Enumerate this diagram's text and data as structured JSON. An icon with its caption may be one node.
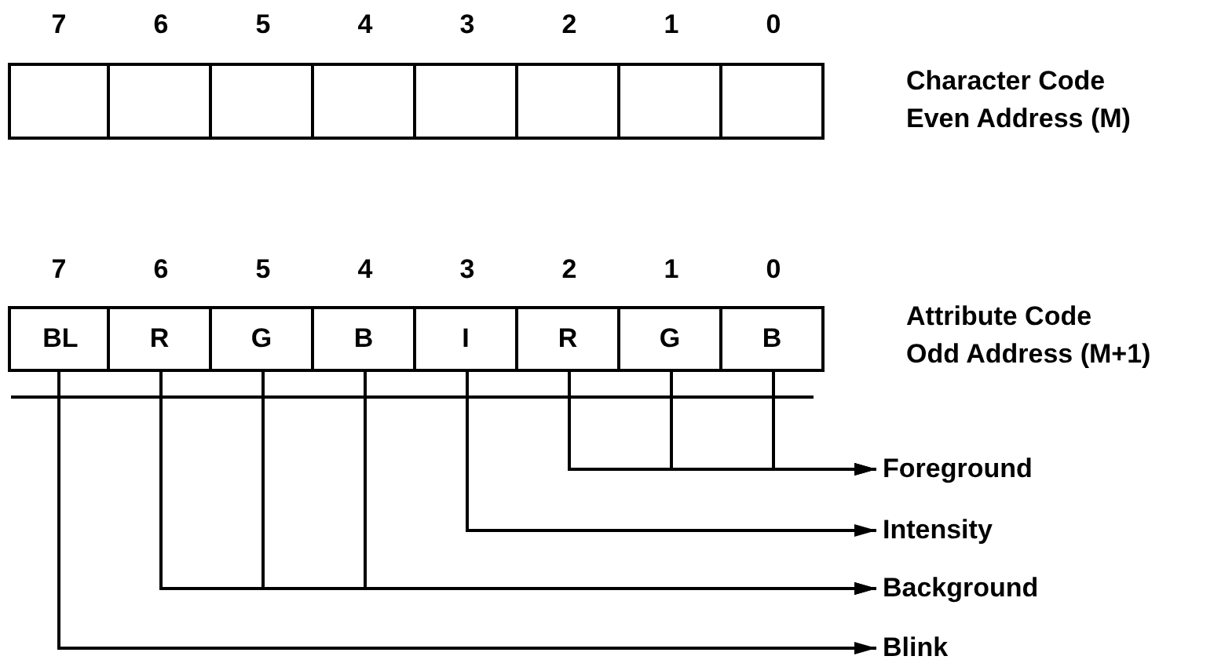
{
  "diagram": {
    "nodes": [
      {
        "text": [],
        "shape": "box"
      },
      {
        "text": [],
        "shape": "box"
      },
      {
        "text": [],
        "shape": "box"
      },
      {
        "text": [],
        "shape": "box"
      },
      {
        "text": [],
        "shape": "box"
      },
      {
        "text": [],
        "shape": "box"
      },
      {
        "text": [],
        "shape": "box"
      },
      {
        "text": [],
        "shape": "box"
      },
      {
        "text": [
          "BL"
        ]
      },
      {
        "text": [
          "R"
        ]
      },
      {
        "text": [
          "G"
        ]
      },
      {
        "text": [
          "B"
        ]
      },
      {
        "text": [
          "I"
        ]
      },
      {
        "text": [
          "R"
        ]
      },
      {
        "text": [
          "G"
        ]
      },
      {
        "text": [
          "B"
        ]
      },
      {
        "text": [
          "Foreground"
        ]
      },
      {
        "text": [
          "Intensity"
        ]
      },
      {
        "text": [
          "Background"
        ]
      },
      {
        "text": [
          "Blink"
        ]
      }
    ],
    "edges": [
      {
        "from": 13,
        "to": 16,
        "arrow": "to"
      },
      {
        "from": 14,
        "to": 16,
        "arrow": "to"
      },
      {
        "from": 15,
        "to": 16,
        "arrow": "to"
      },
      {
        "from": 12,
        "to": 17,
        "arrow": "to"
      },
      {
        "from": 9,
        "to": 18,
        "arrow": "to"
      },
      {
        "from": 10,
        "to": 18,
        "arrow": "to"
      },
      {
        "from": 11,
        "to": 18,
        "arrow": "to"
      },
      {
        "from": 8,
        "to": 19,
        "arrow": "to"
      }
    ],
    "labels": [
      "7",
      "6",
      "5",
      "4",
      "3",
      "2",
      "1",
      "0",
      "Character Code",
      "Even Address (M)",
      "7",
      "6",
      "5",
      "4",
      "3",
      "2",
      "1",
      "0",
      "Attribute Code",
      "Odd Address (M+1)"
    ]
  }
}
